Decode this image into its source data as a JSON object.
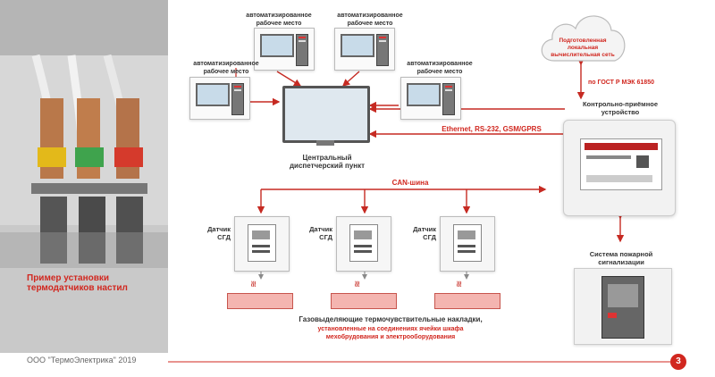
{
  "photo_caption": [
    "Пример установки",
    "термодатчиков настил"
  ],
  "workstations": {
    "top_left_label": [
      "автоматизированное",
      "рабочее место"
    ],
    "top_right_label": [
      "автоматизированное",
      "рабочее место"
    ],
    "left_label": [
      "автоматизированное",
      "рабочее место"
    ],
    "right_label": [
      "автоматизированное",
      "рабочее место"
    ]
  },
  "central_station_label": [
    "Центральный",
    "диспетчерский пункт"
  ],
  "cloud_label": [
    "Подготовленная",
    "локальная",
    "вычислительная сеть"
  ],
  "gost_label": "по ГОСТ Р МЭК 61850",
  "ethernet_label": "Ethernet, RS-232, GSM/GPRS",
  "can_bus_label": "CAN-шина",
  "control_device_label": [
    "Контрольно-приёмное",
    "устройство"
  ],
  "sensors": [
    {
      "label": [
        "Датчик",
        "СГД"
      ]
    },
    {
      "label": [
        "Датчик",
        "СГД"
      ]
    },
    {
      "label": [
        "Датчик",
        "СГД"
      ]
    }
  ],
  "fire_alarm_label": [
    "Система пожарной",
    "сигнализации"
  ],
  "patches_label": "Газовыделяющие термочувствительные накладки,",
  "patches_sublabel": [
    "установленные на соединениях ячейки шкафа",
    "мехобрудования и электрооборудования"
  ],
  "footer_company": "ООО \"ТермоЭлектрика\" 2019",
  "page_number": "3",
  "colors": {
    "accent_red": "#d1271f",
    "arrow_grey": "#8a8a8a"
  }
}
